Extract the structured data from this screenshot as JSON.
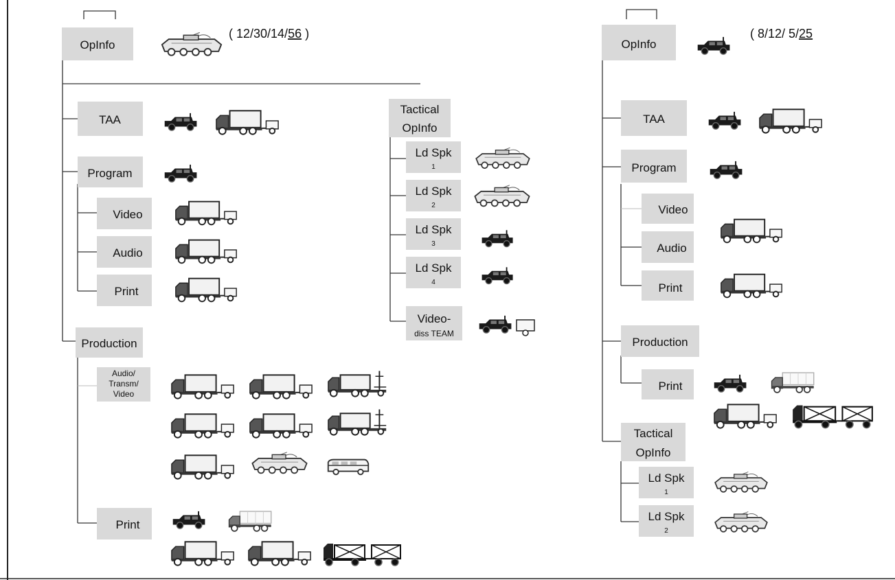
{
  "left": {
    "root": {
      "label": "OpInfo",
      "counts_prefix": "( 12/30/14/",
      "counts_underlined": "56",
      "counts_suffix": " )"
    },
    "taa": "TAA",
    "program": "Program",
    "video": "Video",
    "audio": "Audio",
    "print": "Print",
    "production": "Production",
    "atv": [
      "Audio/",
      "Transm/",
      "Video"
    ],
    "prod_print": "Print",
    "tactical": [
      "Tactical",
      "OpInfo"
    ],
    "ldspk": "Ld Spk",
    "ldspk_nums": [
      "1",
      "2",
      "3",
      "4"
    ],
    "videodiss": [
      "Video-",
      "diss TEAM"
    ]
  },
  "right": {
    "root": {
      "label": "OpInfo",
      "counts_prefix": "( 8/12/ 5/",
      "counts_underlined": "25"
    },
    "taa": "TAA",
    "program": "Program",
    "video": "Video",
    "audio": "Audio",
    "print": "Print",
    "production": "Production",
    "prod_print": "Print",
    "tactical": [
      "Tactical",
      "OpInfo"
    ],
    "ldspk": "Ld Spk",
    "ldspk_nums": [
      "1",
      "2"
    ]
  },
  "icons": [
    "armored-vehicle-icon",
    "jeep-icon",
    "truck-trailer-icon",
    "antenna-truck-icon",
    "canvas-truck-icon",
    "van-icon",
    "cargo-trailer-icon"
  ]
}
